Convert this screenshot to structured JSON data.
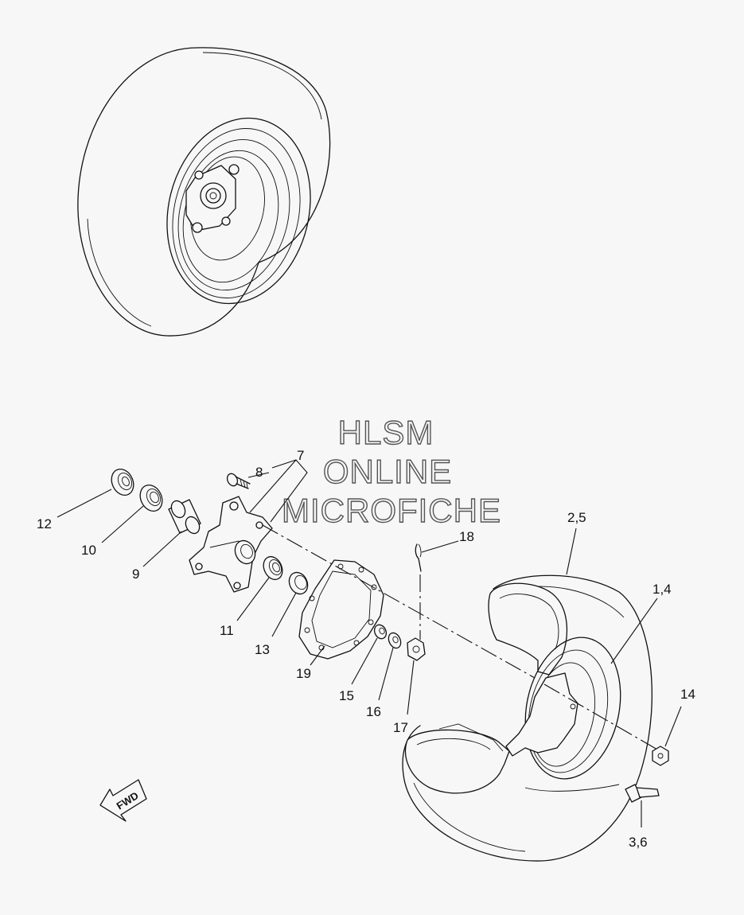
{
  "watermark": {
    "lines": [
      "HLSM",
      "ONLINE",
      "MICROFICHE"
    ]
  },
  "direction_marker": {
    "text": "FWD",
    "icon": "forward-arrow-icon"
  },
  "callouts": [
    {
      "id": "c12",
      "text": "12"
    },
    {
      "id": "c10",
      "text": "10"
    },
    {
      "id": "c9",
      "text": "9"
    },
    {
      "id": "c8",
      "text": "8"
    },
    {
      "id": "c7",
      "text": "7"
    },
    {
      "id": "c11",
      "text": "11"
    },
    {
      "id": "c13",
      "text": "13"
    },
    {
      "id": "c19",
      "text": "19"
    },
    {
      "id": "c15",
      "text": "15"
    },
    {
      "id": "c16",
      "text": "16"
    },
    {
      "id": "c17",
      "text": "17"
    },
    {
      "id": "c18",
      "text": "18"
    },
    {
      "id": "c25",
      "text": "2,5"
    },
    {
      "id": "c14b",
      "text": "1,4"
    },
    {
      "id": "c14",
      "text": "14"
    },
    {
      "id": "c36",
      "text": "3,6"
    }
  ]
}
